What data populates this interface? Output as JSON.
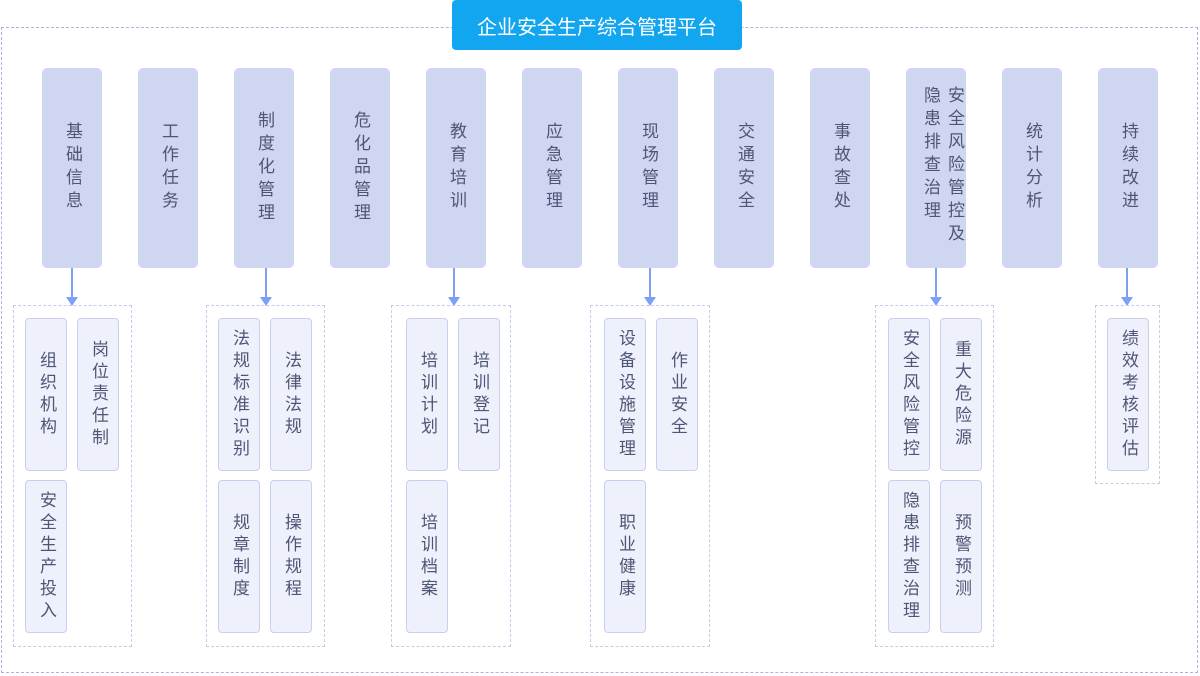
{
  "title": "企业安全生产综合管理平台",
  "modules": [
    "基础信息",
    "工作任务",
    "制度化管理",
    "危化品管理",
    "教育培训",
    "应急管理",
    "现场管理",
    "交通安全",
    "事故查处",
    "安全风险管控及隐患排查治理",
    "统计分析",
    "持续改进"
  ],
  "sub": {
    "basic": [
      "组织机构",
      "岗位责任制",
      "安全生产投入"
    ],
    "system": [
      "法规标准识别",
      "法律法规",
      "规章制度",
      "操作规程"
    ],
    "training": [
      "培训计划",
      "培训登记",
      "培训档案"
    ],
    "site": [
      "设备设施管理",
      "作业安全",
      "职业健康"
    ],
    "risk": [
      "安全风险管控",
      "重大危险源",
      "隐患排查治理",
      "预警预测"
    ],
    "improve": [
      "绩效考核评估"
    ]
  },
  "colors": {
    "title_bg": "#12a6f0",
    "module_bg": "#cfd6f2",
    "arrow": "#7f9ef5"
  }
}
